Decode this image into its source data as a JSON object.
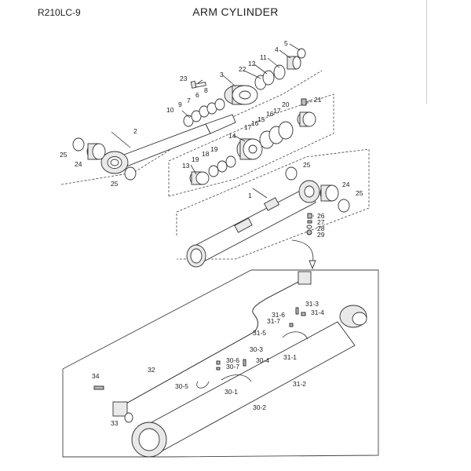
{
  "header": {
    "model": "R210LC-9",
    "title": "ARM CYLINDER"
  },
  "callouts": {
    "c1": "1",
    "c2": "2",
    "c3": "3",
    "c4": "4",
    "c5": "5",
    "c6": "6",
    "c7": "7",
    "c8": "8",
    "c9": "9",
    "c10": "10",
    "c11": "11",
    "c12": "12",
    "c13": "13",
    "c14": "14",
    "c15": "15",
    "c16": "16",
    "c17a": "17",
    "c17b": "17",
    "c18": "18",
    "c19a": "19",
    "c19b": "19",
    "c20": "20",
    "c21": "21",
    "c22": "22",
    "c23": "23",
    "c24a": "24",
    "c24b": "24",
    "c25a": "25",
    "c25b": "25",
    "c25c": "25",
    "c25d": "25",
    "c26": "26",
    "c27": "27",
    "c28": "28",
    "c29": "29",
    "c30_1": "30-1",
    "c30_2": "30-2",
    "c30_3": "30-3",
    "c30_4": "30-4",
    "c30_5": "30-5",
    "c30_6": "30-6",
    "c30_7": "30-7",
    "c31_1": "31-1",
    "c31_2": "31-2",
    "c31_3": "31-3",
    "c31_4": "31-4",
    "c31_5": "31-5",
    "c31_6": "31-6",
    "c31_7": "31-7",
    "c32": "32",
    "c33": "33",
    "c34": "34"
  }
}
